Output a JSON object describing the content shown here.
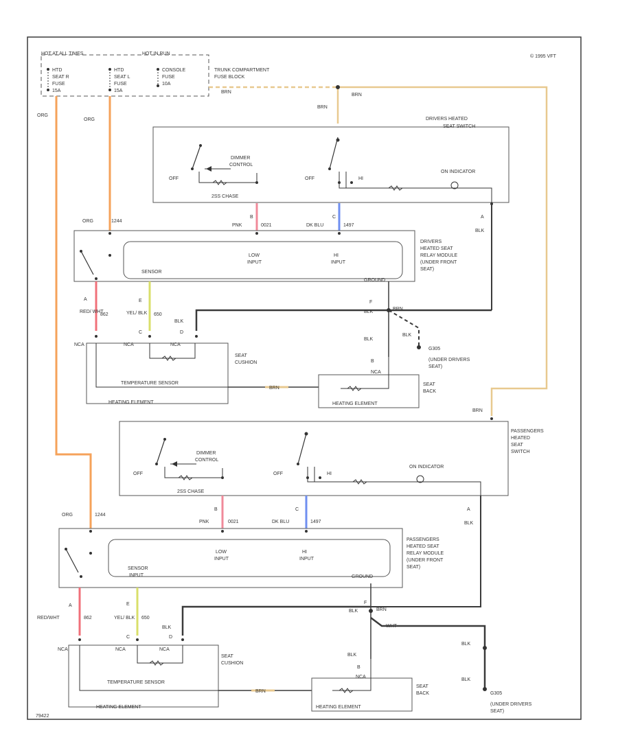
{
  "header": {
    "hot_at_all_times": "HOT AT ALL TIMES",
    "hot_in_run": "HOT IN RUN",
    "copyright": "© 1995 VFT"
  },
  "fuses": {
    "f1": [
      "HTD",
      "SEAT R",
      "FUSE",
      "15A"
    ],
    "f2": [
      "HTD",
      "SEAT L",
      "FUSE",
      "15A"
    ],
    "f3": [
      "CONSOLE",
      "FUSE",
      "10A"
    ],
    "block": [
      "TRUNK COMPARTMENT",
      "FUSE BLOCK"
    ]
  },
  "wires": {
    "org": "ORG",
    "brn": "BRN",
    "blk": "BLK",
    "pnk": "PNK",
    "dk_blu": "DK BLU",
    "red_wht": "RED/ WHT",
    "red_wht2": "RED/WHT",
    "yel_blk": "YEL/ BLK",
    "wht": "WHT",
    "c1": "1244",
    "c2": "0021",
    "c3": "1497",
    "c4": "862",
    "c5": "650",
    "pin_a": "A",
    "pin_b": "B",
    "pin_c": "C",
    "pin_d": "D",
    "pin_e": "E",
    "pin_f": "F",
    "nca": "NCA"
  },
  "driver_switch": {
    "title": [
      "DRIVERS HEATED",
      "SEAT SWITCH"
    ],
    "off": "OFF",
    "hi": "HI",
    "dimmer": [
      "DIMMER",
      "CONTROL"
    ],
    "on_indicator": "ON INDICATOR",
    "label_2s": "2SS CHASE"
  },
  "driver_module": {
    "title": [
      "DRIVERS",
      "HEATED SEAT",
      "RELAY MODULE",
      "(UNDER FRONT",
      "SEAT)"
    ],
    "low_input": [
      "LOW",
      "INPUT"
    ],
    "hi_input": [
      "HI",
      "INPUT"
    ],
    "sensor": "SENSOR",
    "ground": "GROUND"
  },
  "driver_cushion": {
    "label": [
      "SEAT",
      "CUSHION"
    ],
    "temp_sensor": "TEMPERATURE SENSOR",
    "heating_element": "HEATING ELEMENT"
  },
  "driver_back": {
    "label": [
      "SEAT",
      "BACK"
    ],
    "heating_element": "HEATING ELEMENT"
  },
  "driver_ground": {
    "id": "G305",
    "label": [
      "(UNDER DRIVERS",
      "SEAT)"
    ]
  },
  "passenger_switch": {
    "title": [
      "PASSENGERS",
      "HEATED",
      "SEAT",
      "SWITCH"
    ],
    "off": "OFF",
    "hi": "HI",
    "dimmer": [
      "DIMMER",
      "CONTROL"
    ],
    "on_indicator": "ON INDICATOR",
    "label_2s": "2SS CHASE"
  },
  "passenger_module": {
    "title": [
      "PASSENGERS",
      "HEATED SEAT",
      "RELAY MODULE",
      "(UNDER FRONT",
      "SEAT)"
    ],
    "low_input": [
      "LOW",
      "INPUT"
    ],
    "hi_input": [
      "HI",
      "INPUT"
    ],
    "sensor": [
      "SENSOR",
      "INPUT"
    ],
    "ground": "GROUND"
  },
  "passenger_cushion": {
    "label": [
      "SEAT",
      "CUSHION"
    ],
    "temp_sensor": "TEMPERATURE SENSOR",
    "heating_element": "HEATING ELEMENT"
  },
  "passenger_back": {
    "label": [
      "SEAT",
      "BACK"
    ],
    "heating_element": "HEATING ELEMENT"
  },
  "passenger_ground": {
    "id": "G305",
    "label": [
      "(UNDER DRIVERS",
      "SEAT)"
    ]
  },
  "footer": {
    "code": "79422"
  },
  "colors": {
    "line": "#3a3a3a",
    "org_wire": "#f5a25a",
    "brn_wire": "#e8c98f",
    "pnk_wire": "#f08a9a",
    "blu_wire": "#6f8ff0",
    "red_wire": "#f0707a",
    "yel_wire": "#d9df6a"
  }
}
